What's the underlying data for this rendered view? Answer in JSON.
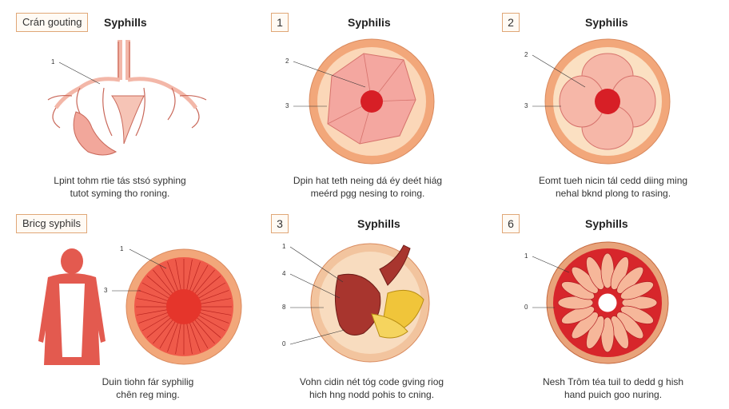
{
  "panels": [
    {
      "tag": "Crán gouting",
      "title": "Syphills",
      "caption": [
        "Lpint tohm rtie tás stsó syphing",
        "tutot syming tho roning."
      ],
      "callouts": [
        "1"
      ]
    },
    {
      "tag": "1",
      "title": "Syphilis",
      "caption": [
        "Dpin hat teth neing dá éy deét hiág",
        "meérd pgg nesing to roing."
      ],
      "callouts": [
        "2",
        "3"
      ]
    },
    {
      "tag": "2",
      "title": "Syphilis",
      "caption": [
        "Eomt tueh nicin tál cedd diing ming",
        "nehal bknd plong to rasing."
      ],
      "callouts": [
        "2",
        "3"
      ]
    },
    {
      "tag": "Bricg syphils",
      "title": "",
      "caption": [
        "Duin tiohn fár syphilig",
        "chên reg ming."
      ],
      "callouts": [
        "1",
        "3"
      ]
    },
    {
      "tag": "3",
      "title": "Syphills",
      "caption": [
        "Vohn cidin nét tóg code gving riog",
        "hich hng nodd pohis to cning."
      ],
      "callouts": [
        "1",
        "4",
        "8",
        "0"
      ]
    },
    {
      "tag": "6",
      "title": "Syphills",
      "caption": [
        "Nesh Trôm téa tuil to dedd g hish",
        "hand puich goo nuring."
      ],
      "callouts": [
        "1",
        "0"
      ]
    }
  ],
  "colors": {
    "tag_border": "#e0a777",
    "ring_outer": "#f2a77a",
    "ring_inner": "#f9d7b2",
    "tissue": "#f5b3a6",
    "lesion": "#d71f26"
  },
  "icons": [
    "anatomy-illustration",
    "lesion-diagram",
    "body-silhouette"
  ]
}
